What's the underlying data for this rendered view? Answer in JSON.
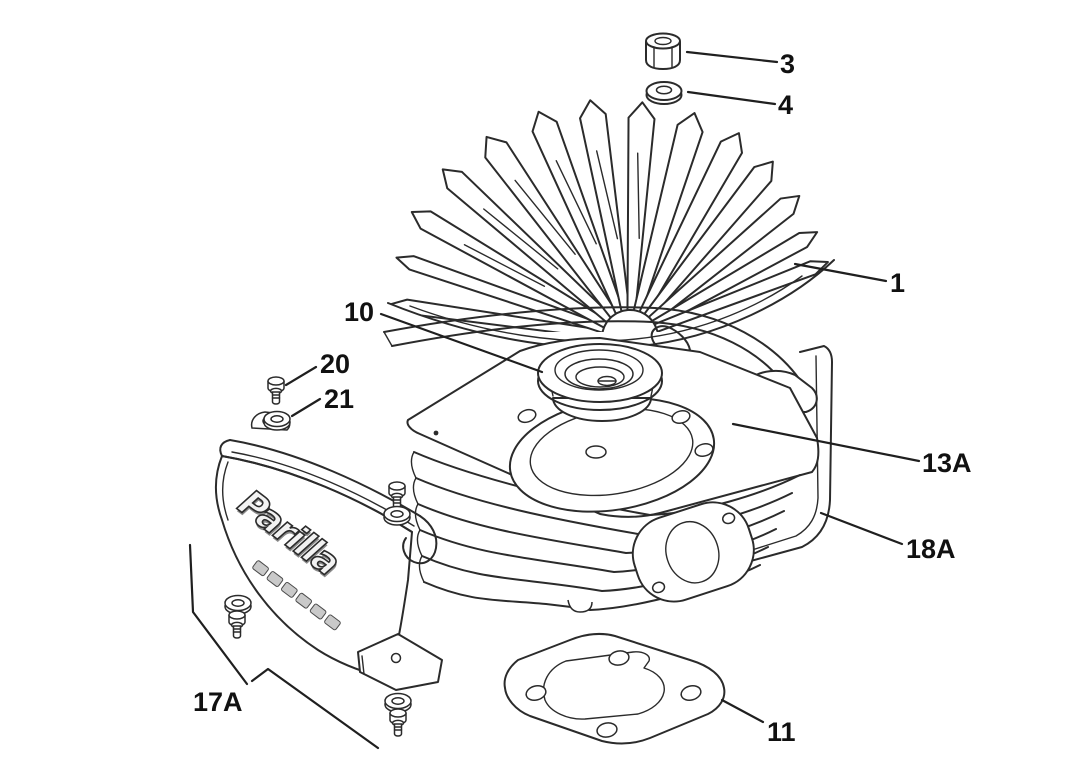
{
  "figure": {
    "type": "exploded-parts-diagram",
    "background_color": "#ffffff",
    "line_color": "#2b2b2b",
    "label_color": "#111111",
    "logo_text": "Parilla",
    "labels": [
      {
        "text": "3"
      },
      {
        "text": "4"
      },
      {
        "text": "1"
      },
      {
        "text": "10"
      },
      {
        "text": "20"
      },
      {
        "text": "21"
      },
      {
        "text": "13A"
      },
      {
        "text": "18A"
      },
      {
        "text": "17A"
      },
      {
        "text": "11"
      }
    ]
  }
}
